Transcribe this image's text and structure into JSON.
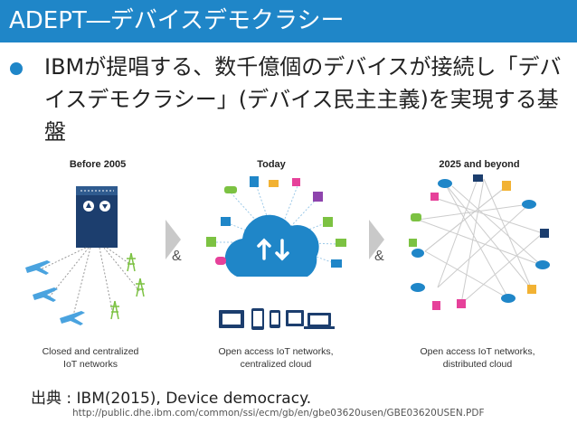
{
  "slide": {
    "title": "ADEPT―デバイスデモクラシー",
    "bullet": "IBMが提唱する、数千億個のデバイスが接続し「デバイスデモクラシー」(デバイス民主主義)を実現する基盤"
  },
  "diagram": {
    "panels": [
      {
        "heading": "Before 2005",
        "caption_line1": "Closed and centralized",
        "caption_line2": "IoT networks"
      },
      {
        "heading": "Today",
        "caption_line1": "Open access IoT networks,",
        "caption_line2": "centralized cloud"
      },
      {
        "heading": "2025 and beyond",
        "caption_line1": "Open access IoT networks,",
        "caption_line2": "distributed cloud"
      }
    ],
    "connector_symbol": "&"
  },
  "source": {
    "citation": "出典 : IBM(2015), Device democracy.",
    "url": "http://public.dhe.ibm.com/common/ssi/ecm/gb/en/gbe03620usen/GBE03620USEN.PDF"
  },
  "colors": {
    "title_bar": "#1f86c8",
    "cloud": "#1f86c8",
    "arrow_gray": "#c9c9c9",
    "server": "#1c3e6e"
  }
}
